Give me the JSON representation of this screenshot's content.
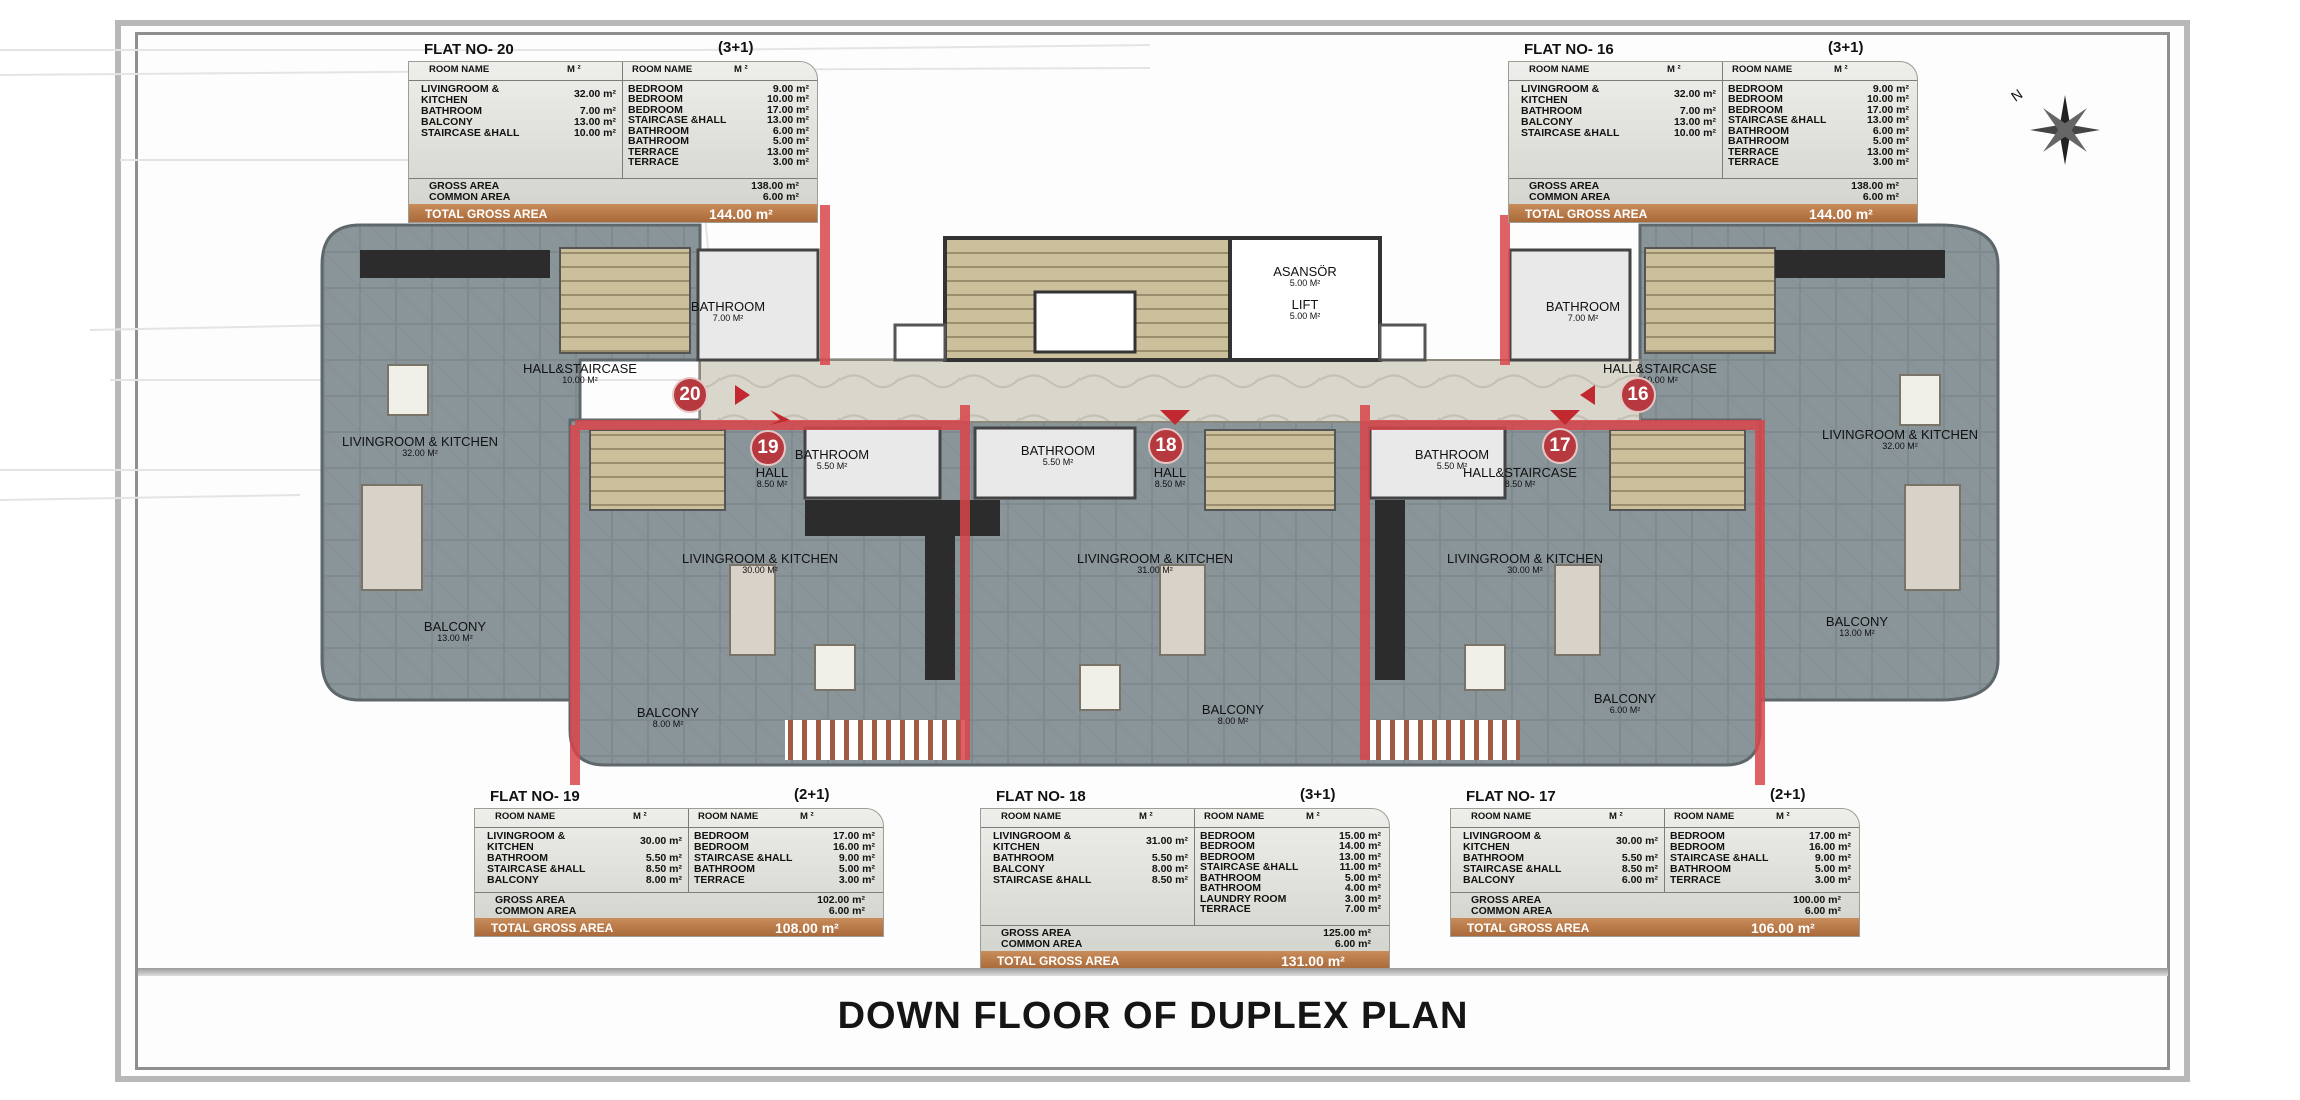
{
  "plan_title": "DOWN FLOOR OF DUPLEX PLAN",
  "columns": {
    "room_name": "ROOM NAME",
    "m2": "M ²"
  },
  "labels": {
    "gross_area": "GROSS AREA",
    "common_area": "COMMON AREA",
    "total_gross_area": "TOTAL GROSS AREA"
  },
  "compass": {
    "north": "N"
  },
  "core": {
    "asansor": "ASANSÖR",
    "asansor_area": "5.00 m²",
    "lift": "LIFT",
    "lift_area": "5.00 m²"
  },
  "flat_numbers": [
    "20",
    "19",
    "18",
    "17",
    "16"
  ],
  "rooms": [
    {
      "name": "BATHROOM",
      "area": "7.00 m²"
    },
    {
      "name": "HALL&STAIRCASE",
      "area": "10.00 m²"
    },
    {
      "name": "LIVINGROOM & KITCHEN",
      "area": "32.00 m²"
    },
    {
      "name": "BALCONY",
      "area": "13.00 m²"
    },
    {
      "name": "BATHROOM",
      "area": "5.50 m²"
    },
    {
      "name": "HALL",
      "area": "8.50 m²"
    },
    {
      "name": "LIVINGROOM & KITCHEN",
      "area": "30.00 m²"
    },
    {
      "name": "BALCONY",
      "area": "8.00 m²"
    },
    {
      "name": "BATHROOM",
      "area": "5.50 m²"
    },
    {
      "name": "HALL",
      "area": "8.50 m²"
    },
    {
      "name": "LIVINGROOM & KITCHEN",
      "area": "31.00 m²"
    },
    {
      "name": "BALCONY",
      "area": "8.00 m²"
    },
    {
      "name": "BATHROOM",
      "area": "5.50 m²"
    },
    {
      "name": "HALL&STAIRCASE",
      "area": "8.50 m²"
    },
    {
      "name": "LIVINGROOM & KITCHEN",
      "area": "30.00 m²"
    },
    {
      "name": "BALCONY",
      "area": "6.00 m²"
    },
    {
      "name": "BATHROOM",
      "area": "7.00 m²"
    },
    {
      "name": "HALL&STAIRCASE",
      "area": "10.00 m²"
    },
    {
      "name": "LIVINGROOM & KITCHEN",
      "area": "32.00 m²"
    },
    {
      "name": "BALCONY",
      "area": "13.00 m²"
    }
  ],
  "flats": [
    {
      "title": "FLAT NO- 20",
      "type": "(3+1)",
      "left": [
        [
          "LIVINGROOM &",
          ""
        ],
        [
          "KITCHEN",
          "32.00 m²"
        ],
        [
          "BATHROOM",
          "7.00 m²"
        ],
        [
          "BALCONY",
          "13.00 m²"
        ],
        [
          "STAIRCASE &HALL",
          "10.00 m²"
        ]
      ],
      "right": [
        [
          "BEDROOM",
          "9.00 m²"
        ],
        [
          "BEDROOM",
          "10.00 m²"
        ],
        [
          "BEDROOM",
          "17.00 m²"
        ],
        [
          "STAIRCASE &HALL",
          "13.00 m²"
        ],
        [
          "BATHROOM",
          "6.00 m²"
        ],
        [
          "BATHROOM",
          "5.00 m²"
        ],
        [
          "TERRACE",
          "13.00 m²"
        ],
        [
          "TERRACE",
          "3.00 m²"
        ]
      ],
      "gross": "138.00 m²",
      "common": "6.00 m²",
      "total": "144.00 m²"
    },
    {
      "title": "FLAT NO- 16",
      "type": "(3+1)",
      "left": [
        [
          "LIVINGROOM &",
          ""
        ],
        [
          "KITCHEN",
          "32.00 m²"
        ],
        [
          "BATHROOM",
          "7.00 m²"
        ],
        [
          "BALCONY",
          "13.00 m²"
        ],
        [
          "STAIRCASE &HALL",
          "10.00 m²"
        ]
      ],
      "right": [
        [
          "BEDROOM",
          "9.00 m²"
        ],
        [
          "BEDROOM",
          "10.00 m²"
        ],
        [
          "BEDROOM",
          "17.00 m²"
        ],
        [
          "STAIRCASE &HALL",
          "13.00 m²"
        ],
        [
          "BATHROOM",
          "6.00 m²"
        ],
        [
          "BATHROOM",
          "5.00 m²"
        ],
        [
          "TERRACE",
          "13.00 m²"
        ],
        [
          "TERRACE",
          "3.00 m²"
        ]
      ],
      "gross": "138.00 m²",
      "common": "6.00 m²",
      "total": "144.00 m²"
    },
    {
      "title": "FLAT NO- 19",
      "type": "(2+1)",
      "left": [
        [
          "LIVINGROOM &",
          ""
        ],
        [
          "KITCHEN",
          "30.00 m²"
        ],
        [
          "BATHROOM",
          "5.50 m²"
        ],
        [
          "STAIRCASE &HALL",
          "8.50 m²"
        ],
        [
          "BALCONY",
          "8.00 m²"
        ]
      ],
      "right": [
        [
          "BEDROOM",
          "17.00 m²"
        ],
        [
          "BEDROOM",
          "16.00 m²"
        ],
        [
          "STAIRCASE &HALL",
          "9.00 m²"
        ],
        [
          "BATHROOM",
          "5.00 m²"
        ],
        [
          "TERRACE",
          "3.00 m²"
        ]
      ],
      "gross": "102.00 m²",
      "common": "6.00 m²",
      "total": "108.00 m²"
    },
    {
      "title": "FLAT NO- 18",
      "type": "(3+1)",
      "left": [
        [
          "LIVINGROOM &",
          ""
        ],
        [
          "KITCHEN",
          "31.00 m²"
        ],
        [
          "BATHROOM",
          "5.50 m²"
        ],
        [
          "BALCONY",
          "8.00 m²"
        ],
        [
          "STAIRCASE &HALL",
          "8.50 m²"
        ]
      ],
      "right": [
        [
          "BEDROOM",
          "15.00 m²"
        ],
        [
          "BEDROOM",
          "14.00 m²"
        ],
        [
          "BEDROOM",
          "13.00 m²"
        ],
        [
          "STAIRCASE &HALL",
          "11.00 m²"
        ],
        [
          "BATHROOM",
          "5.00 m²"
        ],
        [
          "BATHROOM",
          "4.00 m²"
        ],
        [
          "LAUNDRY ROOM",
          "3.00 m²"
        ],
        [
          "TERRACE",
          "7.00 m²"
        ]
      ],
      "gross": "125.00 m²",
      "common": "6.00 m²",
      "total": "131.00 m²"
    },
    {
      "title": "FLAT NO- 17",
      "type": "(2+1)",
      "left": [
        [
          "LIVINGROOM &",
          ""
        ],
        [
          "KITCHEN",
          "30.00 m²"
        ],
        [
          "BATHROOM",
          "5.50 m²"
        ],
        [
          "STAIRCASE &HALL",
          "8.50 m²"
        ],
        [
          "BALCONY",
          "6.00 m²"
        ]
      ],
      "right": [
        [
          "BEDROOM",
          "17.00 m²"
        ],
        [
          "BEDROOM",
          "16.00 m²"
        ],
        [
          "STAIRCASE &HALL",
          "9.00 m²"
        ],
        [
          "BATHROOM",
          "5.00 m²"
        ],
        [
          "TERRACE",
          "3.00 m²"
        ]
      ],
      "gross": "100.00 m²",
      "common": "6.00 m²",
      "total": "106.00 m²"
    }
  ]
}
